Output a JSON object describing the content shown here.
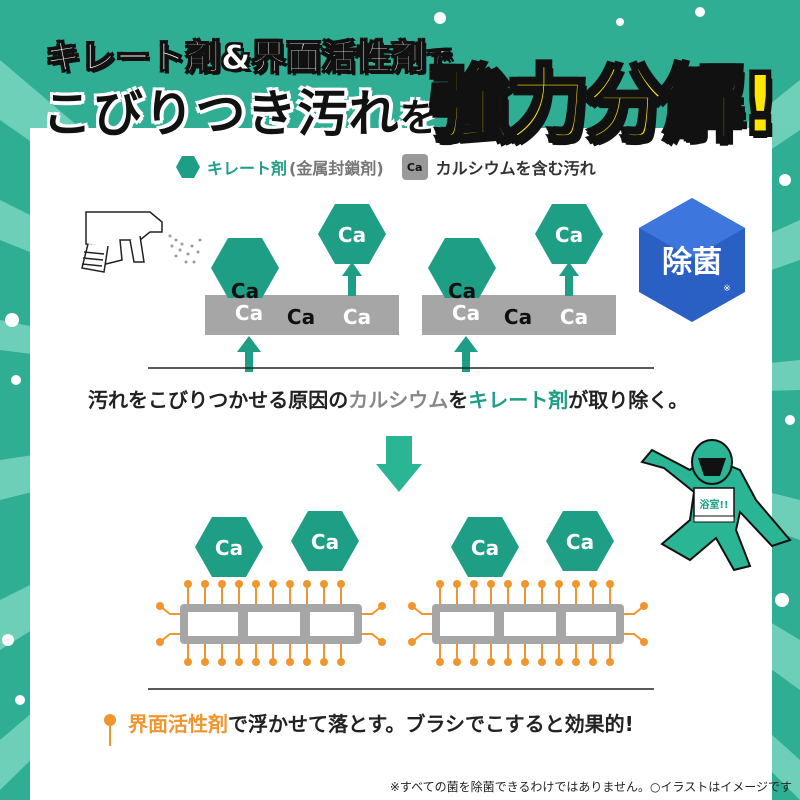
{
  "headline": {
    "line1": "キレート剤&界面活性剤",
    "line1_suffix": "で",
    "line2": "こびりつき汚れ",
    "line2_suffix": "を",
    "emphasis": "強力分解!"
  },
  "legend": {
    "chelate_label": "キレート剤",
    "chelate_sub": "(金属封鎖剤)",
    "ca_symbol": "Ca",
    "calcium_label": "カルシウムを含む汚れ"
  },
  "badge": {
    "label": "除菌",
    "mark": "※"
  },
  "diagram": {
    "ca_symbol": "Ca"
  },
  "caption1": {
    "part1": "汚れをこびりつかせる原因の",
    "part2": "カルシウム",
    "part3": "を",
    "part4": "キレート剤",
    "part5": "が取り除く。"
  },
  "caption2": {
    "part1": "界面活性剤",
    "part2": "で浮かせて落とす。ブラシでこすると効果的!"
  },
  "hero_belt": "浴室!!",
  "footnote": "※すべての菌を除菌できるわけではありません。○イラストはイメージです",
  "colors": {
    "background": "#2fae93",
    "chelate": "#1f9e86",
    "surfactant": "#f0962e",
    "badge": "#2a5fc4",
    "emphasis": "#ffe600"
  }
}
